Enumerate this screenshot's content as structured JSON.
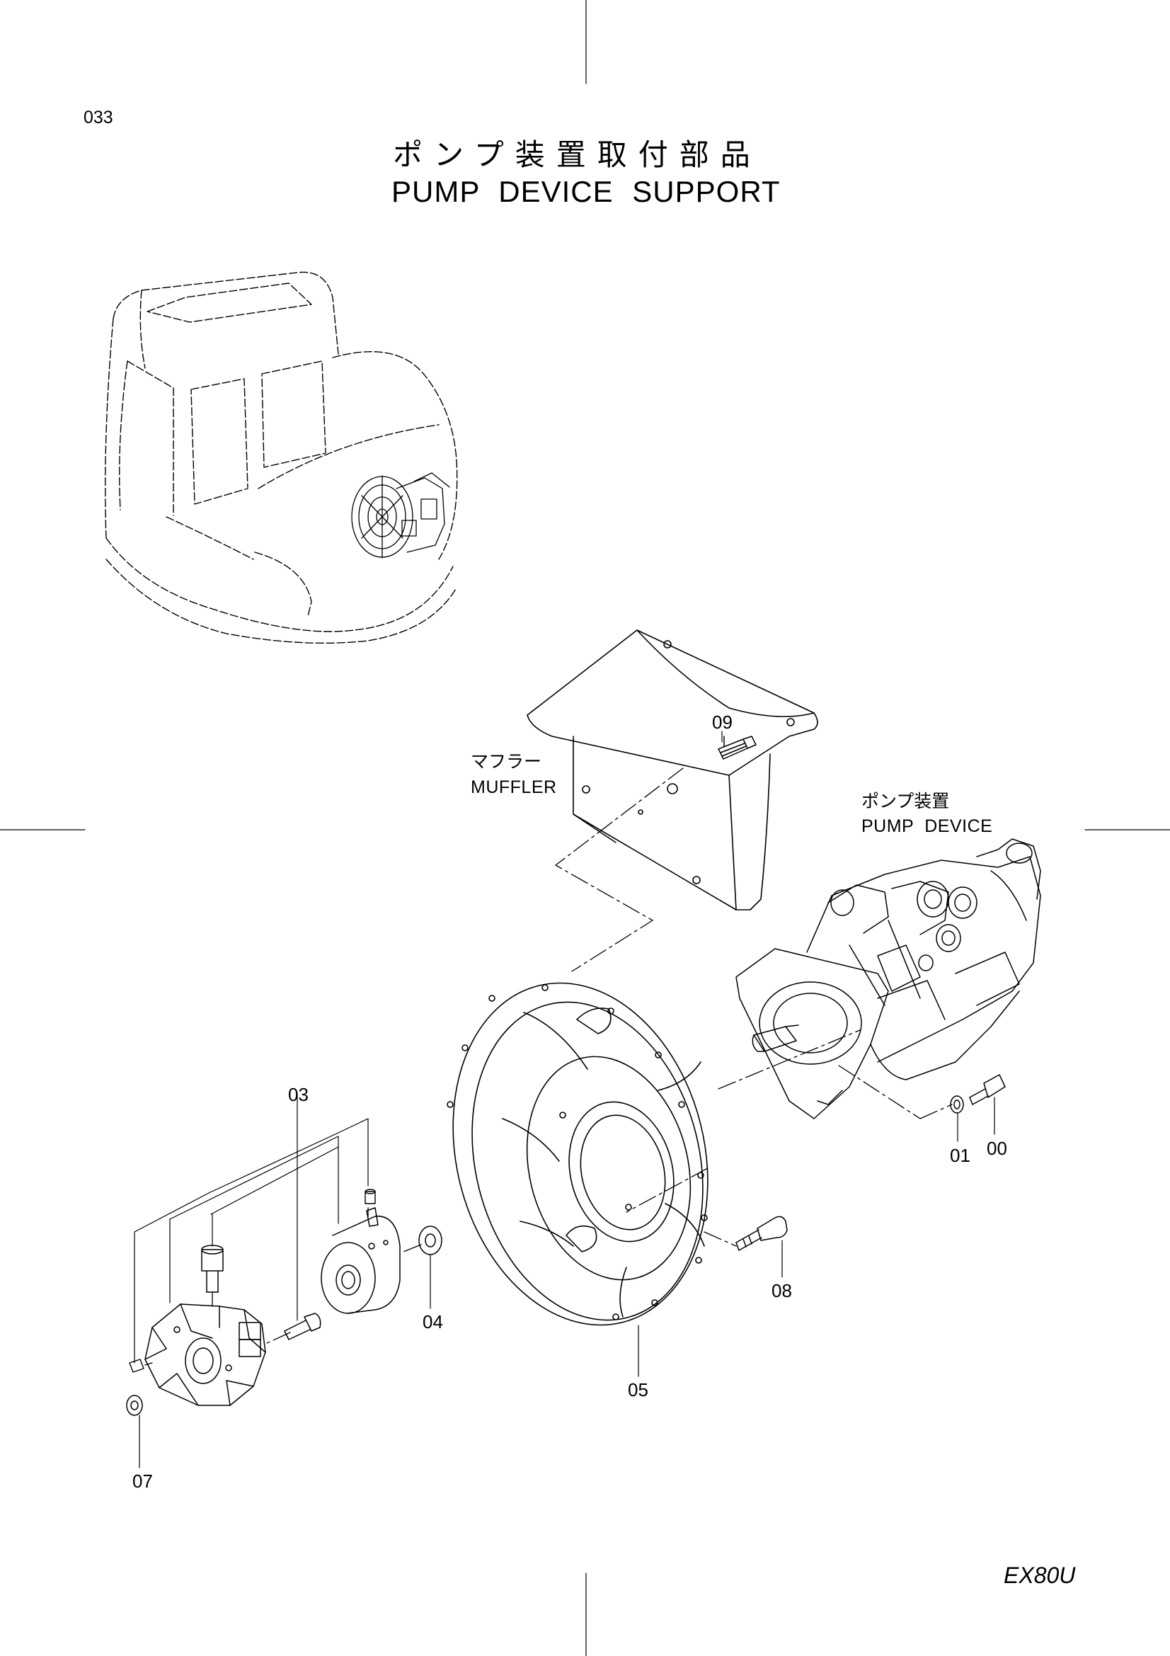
{
  "page_number": "033",
  "title": {
    "japanese": "ポンプ装置取付部品",
    "english": "PUMP DEVICE SUPPORT"
  },
  "labels": {
    "muffler_jp": "マフラー",
    "muffler_en": "MUFFLER",
    "pump_device_jp": "ポンプ装置",
    "pump_device_en": "PUMP DEVICE"
  },
  "callouts": [
    "00",
    "01",
    "03",
    "04",
    "05",
    "07",
    "08",
    "09"
  ],
  "model": "EX80U"
}
